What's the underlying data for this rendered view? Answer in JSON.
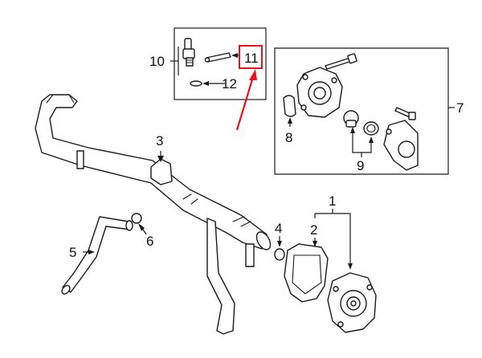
{
  "callouts": [
    {
      "id": "c1",
      "label": "1"
    },
    {
      "id": "c2",
      "label": "2"
    },
    {
      "id": "c3",
      "label": "3"
    },
    {
      "id": "c4",
      "label": "4"
    },
    {
      "id": "c5",
      "label": "5"
    },
    {
      "id": "c6",
      "label": "6"
    },
    {
      "id": "c7",
      "label": "7"
    },
    {
      "id": "c8",
      "label": "8"
    },
    {
      "id": "c9",
      "label": "9"
    },
    {
      "id": "c10",
      "label": "10"
    },
    {
      "id": "c11",
      "label": "11"
    },
    {
      "id": "c12",
      "label": "12"
    }
  ],
  "highlight": {
    "target": "11",
    "color": "#e8141b"
  },
  "colors": {
    "line": "#1a1a1a",
    "background": "#ffffff"
  }
}
